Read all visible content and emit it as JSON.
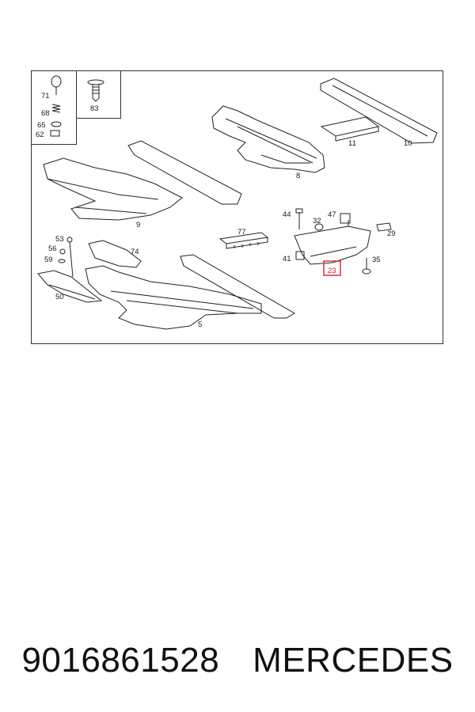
{
  "diagram": {
    "callouts": {
      "p71": "71",
      "p68": "68",
      "p65": "65",
      "p62": "62",
      "p83": "83",
      "p11": "11",
      "p10": "10",
      "p8": "8",
      "p9": "9",
      "p44": "44",
      "p32": "32",
      "p47": "47",
      "p29": "29",
      "p77": "77",
      "p41": "41",
      "p35": "35",
      "p23": "23",
      "p53": "53",
      "p56": "56",
      "p59": "59",
      "p74": "74",
      "p50": "50",
      "p5": "5"
    },
    "highlight_color": "#e0202a",
    "highlighted_part": "23"
  },
  "caption": {
    "part_number": "9016861528",
    "brand": "MERCEDES"
  }
}
